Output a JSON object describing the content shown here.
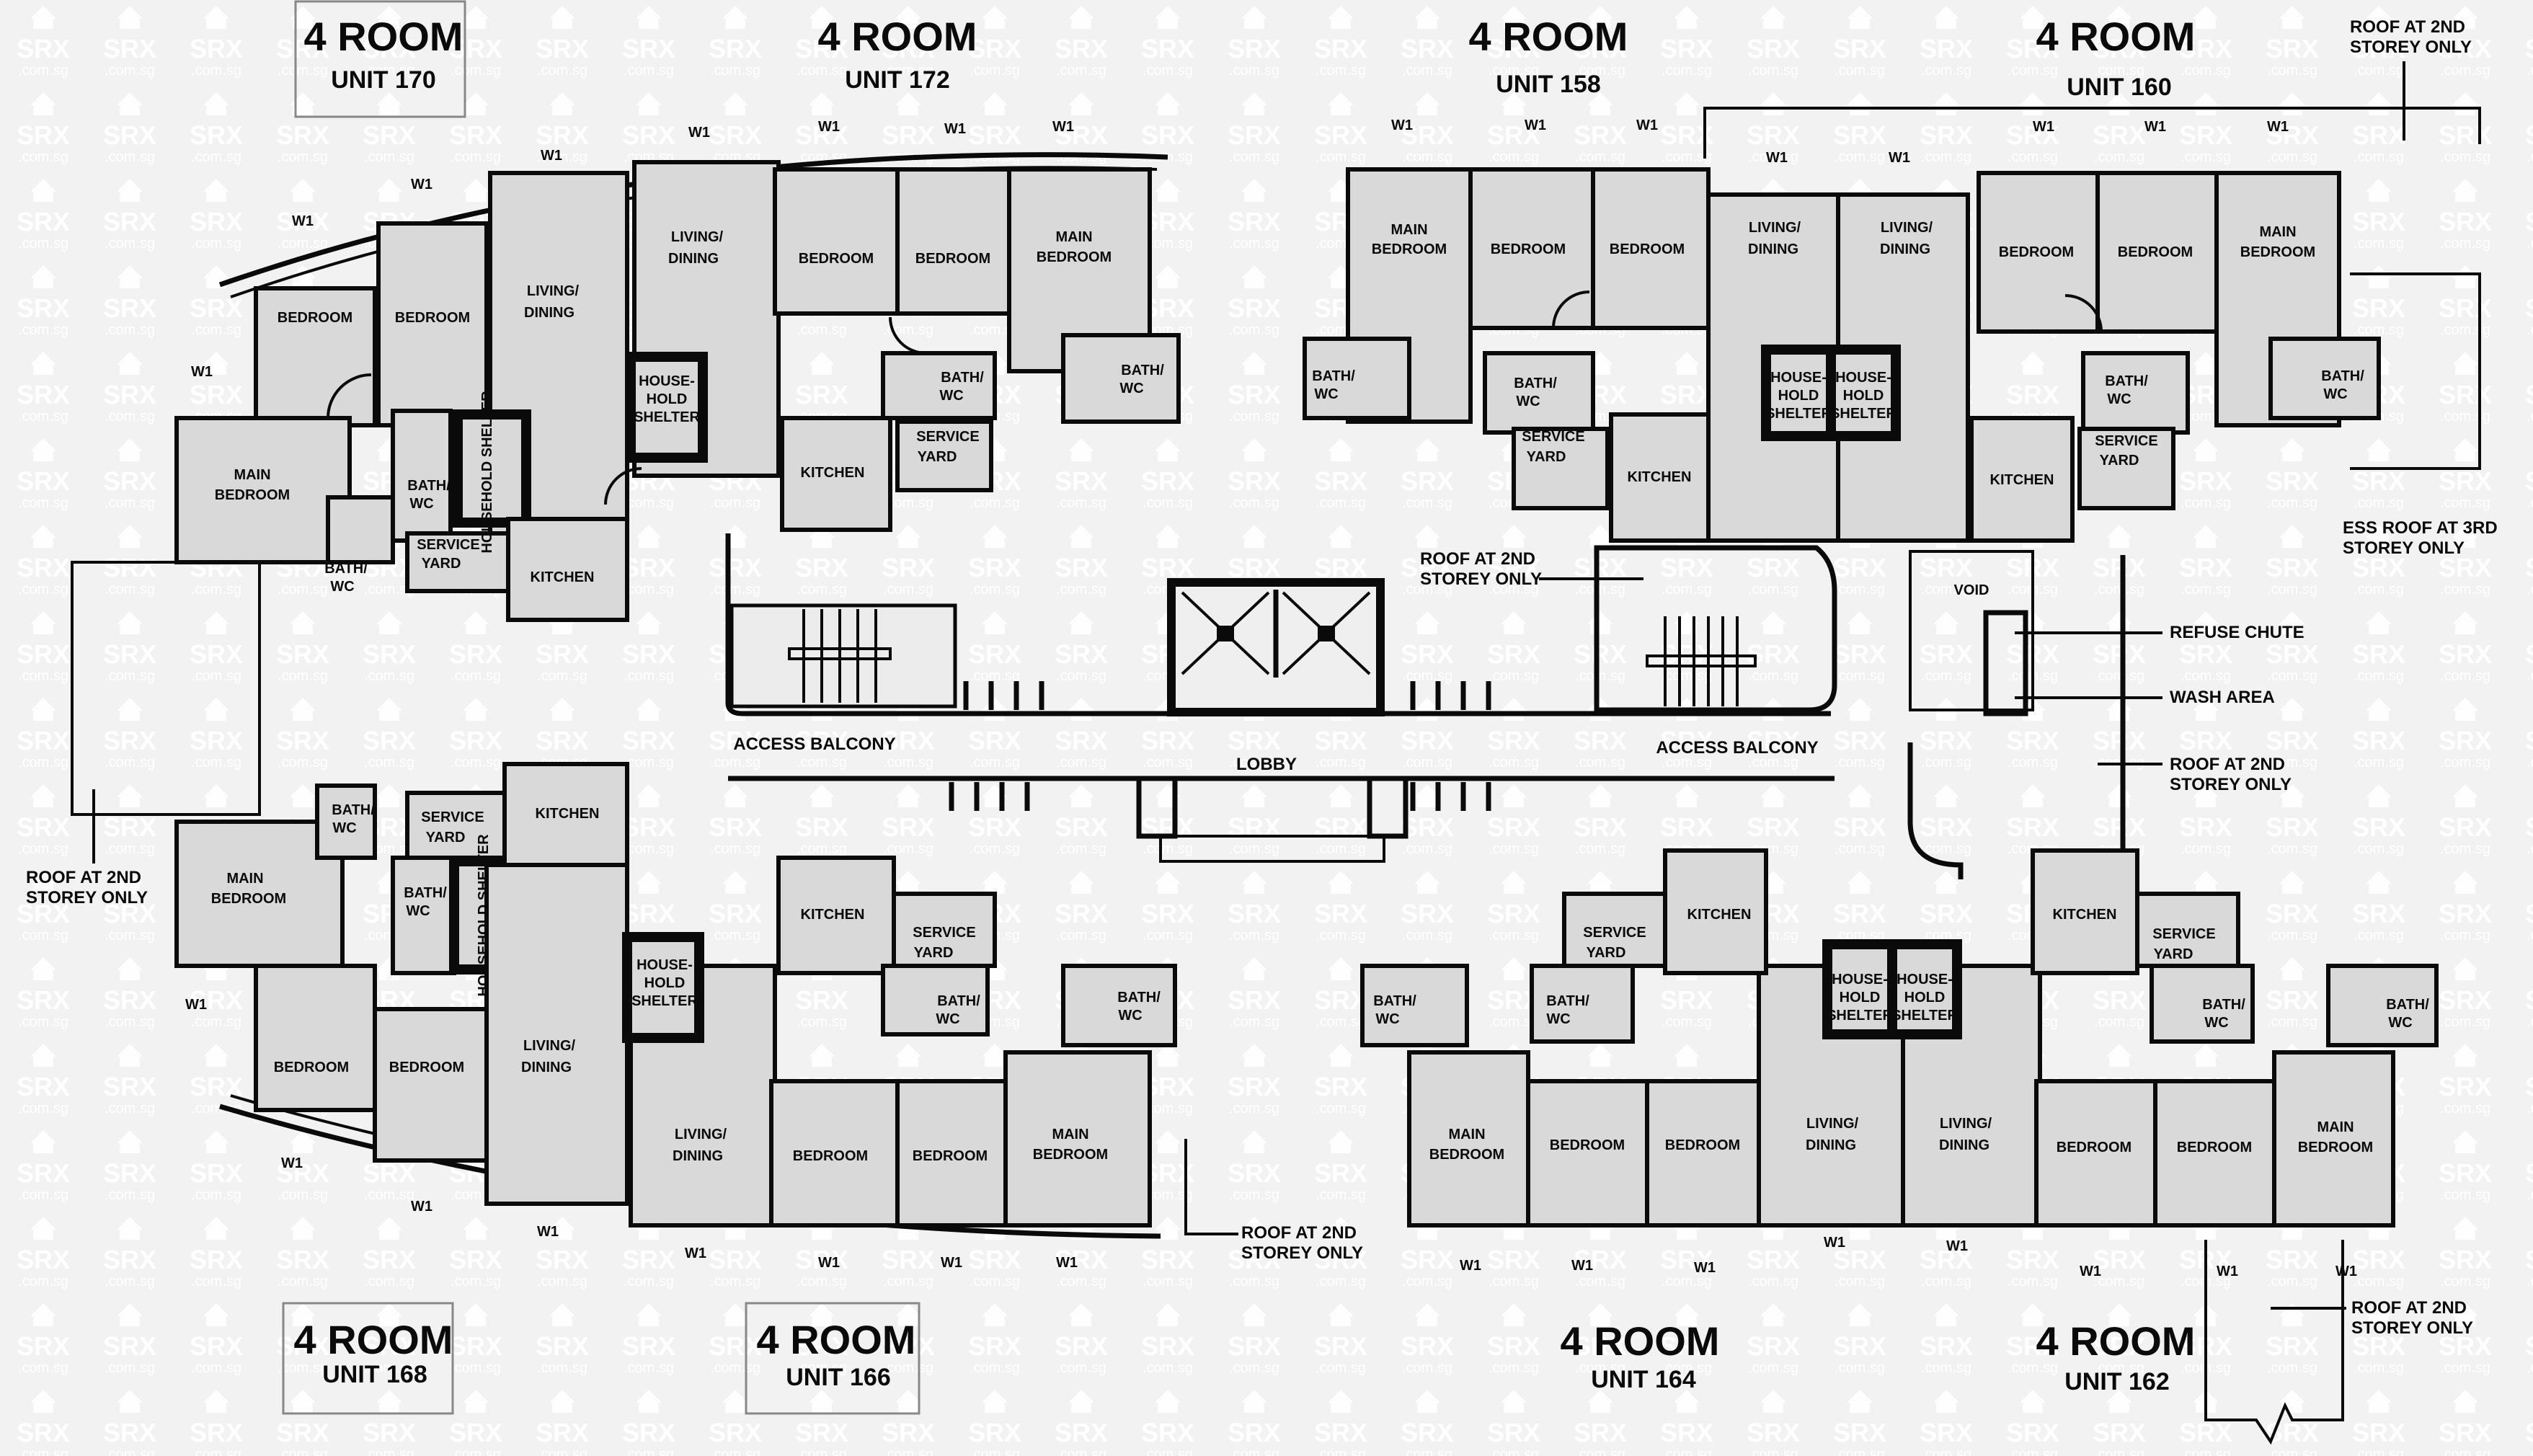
{
  "plan": {
    "watermark": {
      "brand": "SRX",
      "domain": ".com.sg"
    },
    "units": [
      {
        "id": "u170",
        "type": "4 ROOM",
        "unit": "UNIT 170"
      },
      {
        "id": "u172",
        "type": "4 ROOM",
        "unit": "UNIT 172"
      },
      {
        "id": "u158",
        "type": "4 ROOM",
        "unit": "UNIT 158"
      },
      {
        "id": "u160",
        "type": "4 ROOM",
        "unit": "UNIT 160"
      },
      {
        "id": "u168",
        "type": "4 ROOM",
        "unit": "UNIT 168"
      },
      {
        "id": "u166",
        "type": "4 ROOM",
        "unit": "UNIT 166"
      },
      {
        "id": "u164",
        "type": "4 ROOM",
        "unit": "UNIT 164"
      },
      {
        "id": "u162",
        "type": "4 ROOM",
        "unit": "UNIT 162"
      }
    ],
    "rooms": {
      "bedroom": "BEDROOM",
      "main_bedroom_1": "MAIN",
      "main_bedroom_2": "BEDROOM",
      "living_1": "LIVING/",
      "living_2": "DINING",
      "kitchen": "KITCHEN",
      "service_1": "SERVICE",
      "service_2": "YARD",
      "bath_1": "BATH/",
      "bath_2": "WC",
      "shelter_1": "HOUSE-",
      "shelter_2": "HOLD",
      "shelter_3": "SHELTER",
      "household_shelter": "HOUSEHOLD SHELTER"
    },
    "common": {
      "lobby": "LOBBY",
      "access_balcony": "ACCESS BALCONY",
      "void": "VOID",
      "refuse_chute": "REFUSE CHUTE",
      "wash_area": "WASH AREA",
      "window_tag": "W1"
    },
    "notes": {
      "roof_2nd_1": "ROOF AT 2ND",
      "roof_2nd_2": "STOREY ONLY",
      "ess_roof_1": "ESS ROOF AT 3RD",
      "ess_roof_2": "STOREY ONLY"
    }
  }
}
